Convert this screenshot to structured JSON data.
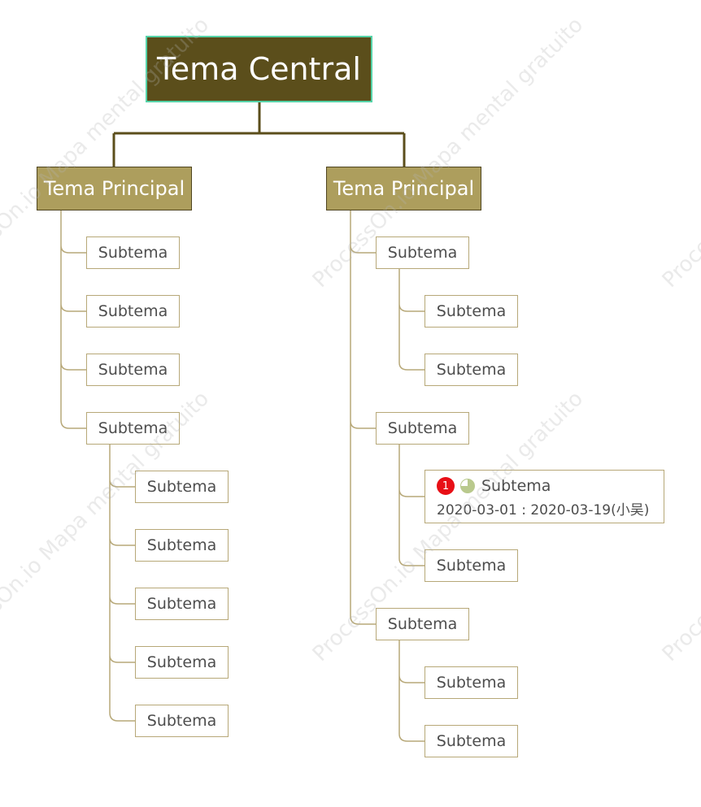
{
  "central": {
    "label": "Tema Central"
  },
  "left": {
    "label": "Tema Principal",
    "subtopics": [
      {
        "label": "Subtema"
      },
      {
        "label": "Subtema"
      },
      {
        "label": "Subtema"
      },
      {
        "label": "Subtema",
        "children": [
          {
            "label": "Subtema"
          },
          {
            "label": "Subtema"
          },
          {
            "label": "Subtema"
          },
          {
            "label": "Subtema"
          },
          {
            "label": "Subtema"
          }
        ]
      }
    ]
  },
  "right": {
    "label": "Tema Principal",
    "subtopics": [
      {
        "label": "Subtema",
        "children": [
          {
            "label": "Subtema"
          },
          {
            "label": "Subtema"
          }
        ]
      },
      {
        "label": "Subtema",
        "children": [
          {
            "label": "Subtema",
            "priority": "1",
            "date_range": "2020-03-01 : 2020-03-19(小吴)",
            "progress_icon": "progress-pie-icon"
          },
          {
            "label": "Subtema"
          }
        ]
      },
      {
        "label": "Subtema",
        "children": [
          {
            "label": "Subtema"
          },
          {
            "label": "Subtema"
          }
        ]
      }
    ]
  },
  "watermark": {
    "text": "ProcessOn.io Mapa mental gratuito"
  },
  "colors": {
    "central_fill": "#5b4e1b",
    "central_border": "#56d3a9",
    "main_fill": "#ad9e5d",
    "sub_border": "#b7a878",
    "connector_dark": "#5b4e1b",
    "connector_light": "#b7a878",
    "priority_red": "#e80f16",
    "progress_green": "#b9c98d"
  }
}
